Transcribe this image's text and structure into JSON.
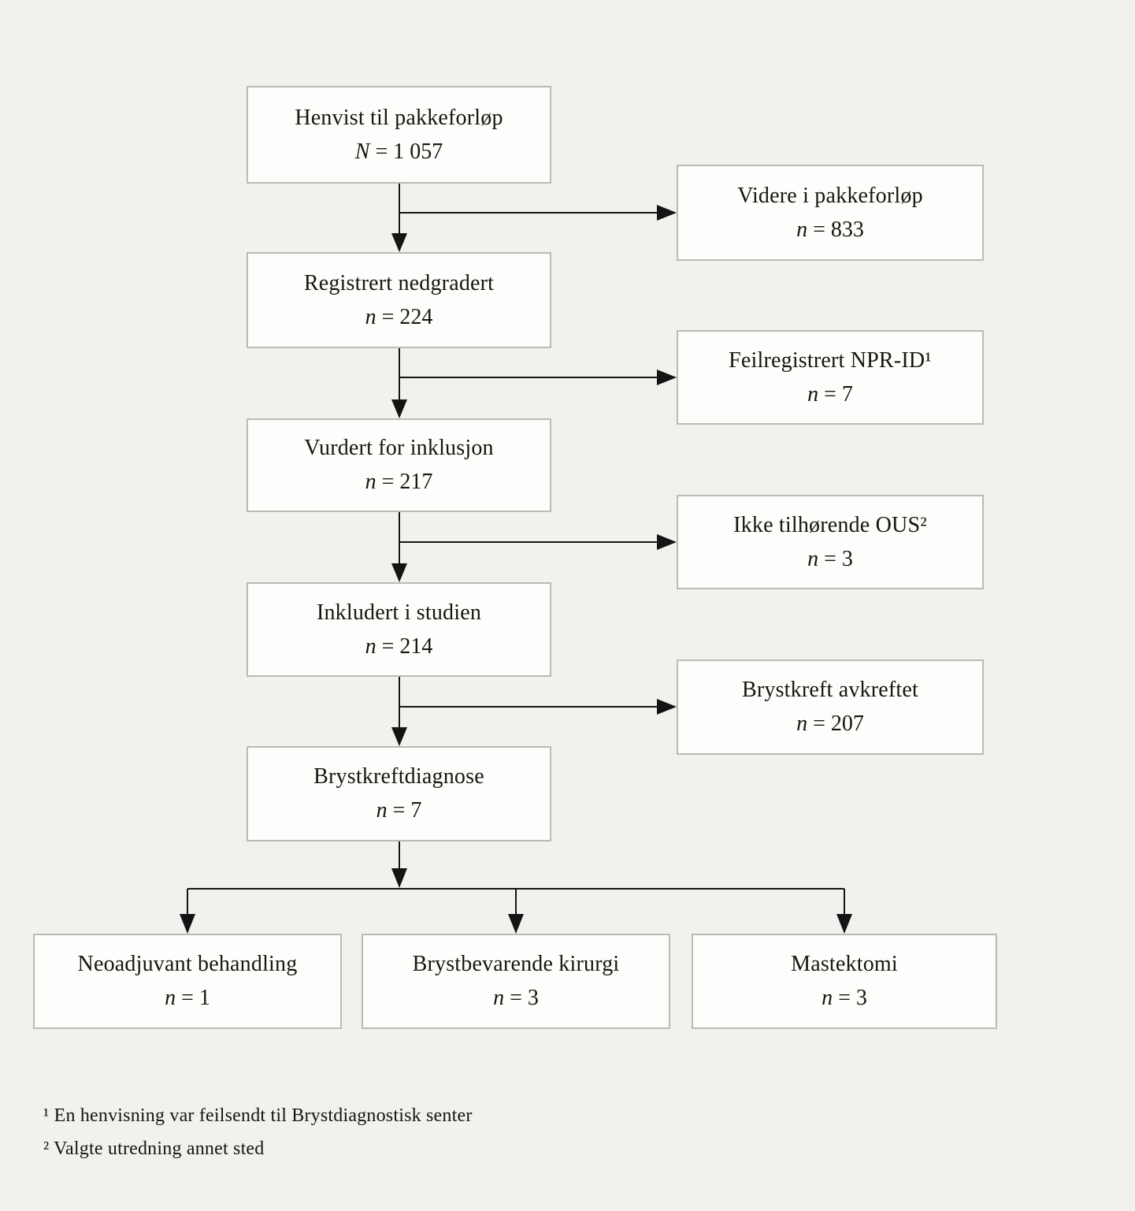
{
  "page": {
    "background_color": "#f2f1ee",
    "box_fill_color": "#fdfdfc",
    "box_border_color": "#bcbab7",
    "text_color": "#17150f",
    "arrow_color": "#141414"
  },
  "flowchart": {
    "eq": "=",
    "main_boxes": [
      {
        "label": "Henvist til pakkeforløp",
        "var": "N",
        "value": "1 057"
      },
      {
        "label": "Registrert nedgradert",
        "var": "n",
        "value": "224"
      },
      {
        "label": "Vurdert for inklusjon",
        "var": "n",
        "value": "217"
      },
      {
        "label": "Inkludert i studien",
        "var": "n",
        "value": "214"
      },
      {
        "label": "Brystkreftdiagnose",
        "var": "n",
        "value": "7"
      }
    ],
    "side_boxes": [
      {
        "label": "Videre i pakkeforløp",
        "var": "n",
        "value": "833"
      },
      {
        "label": "Feilregistrert NPR-ID¹",
        "var": "n",
        "value": "7"
      },
      {
        "label": "Ikke tilhørende OUS²",
        "var": "n",
        "value": "3"
      },
      {
        "label": "Brystkreft avkreftet",
        "var": "n",
        "value": "207"
      }
    ],
    "bottom_boxes": [
      {
        "label": "Neoadjuvant behandling",
        "var": "n",
        "value": "1"
      },
      {
        "label": "Brystbevarende kirurgi",
        "var": "n",
        "value": "3"
      },
      {
        "label": "Mastektomi",
        "var": "n",
        "value": "3"
      }
    ],
    "footnotes": [
      "¹ En henvisning var feilsendt til Brystdiagnostisk senter",
      "² Valgte utredning annet sted"
    ]
  }
}
